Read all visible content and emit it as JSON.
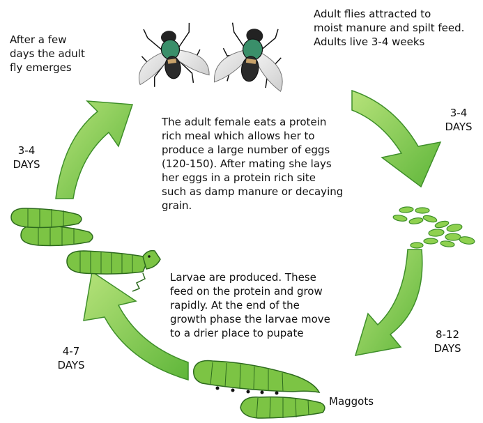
{
  "captions": {
    "adult_flies": [
      "Adult flies attracted to",
      "moist manure and spilt feed.",
      "Adults live 3-4 weeks"
    ],
    "emerge": [
      "After a few",
      "days the adult",
      "fly emerges"
    ],
    "female": [
      "The adult female eats a protein",
      "rich meal which allows her to",
      "produce a large number of eggs",
      "(120-150). After mating she lays",
      "her eggs in a protein rich site",
      "such as damp manure or decaying",
      "grain."
    ],
    "larvae": [
      "Larvae are produced.  These",
      "feed on the protein and grow",
      "rapidly. At the end of the",
      "growth phase the larvae move",
      "to a drier place to pupate"
    ],
    "maggots": "Maggots"
  },
  "durations": {
    "top_right": [
      "3-4",
      "DAYS"
    ],
    "left": [
      "3-4",
      "DAYS"
    ],
    "right": [
      "8-12",
      "DAYS"
    ],
    "bottom_left": [
      "4-7",
      "DAYS"
    ]
  },
  "colors": {
    "arrow_light": "#8fd14f",
    "arrow_dark": "#2f8f2f",
    "larva_fill": "#7cc444",
    "egg_fill": "#8fd14f",
    "fly_body": "#2b2b2b",
    "fly_thorax": "#3a8f6a"
  }
}
